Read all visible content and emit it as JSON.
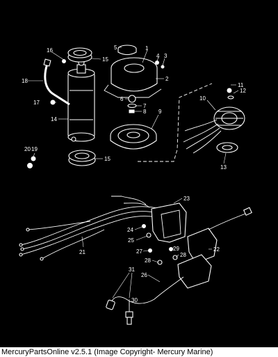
{
  "footer_text": "MercuryPartsOnline v2.5.1 (Image Copyright- Mercury Marine)",
  "callouts": [
    {
      "id": "c1",
      "text": "1"
    },
    {
      "id": "c2",
      "text": "2"
    },
    {
      "id": "c3",
      "text": "3"
    },
    {
      "id": "c4",
      "text": "4"
    },
    {
      "id": "c5",
      "text": "5"
    },
    {
      "id": "c6",
      "text": "6"
    },
    {
      "id": "c7",
      "text": "7"
    },
    {
      "id": "c8",
      "text": "8"
    },
    {
      "id": "c9",
      "text": "9"
    },
    {
      "id": "c10",
      "text": "10"
    },
    {
      "id": "c11",
      "text": "11"
    },
    {
      "id": "c12",
      "text": "12"
    },
    {
      "id": "c13",
      "text": "13"
    },
    {
      "id": "c14",
      "text": "14"
    },
    {
      "id": "c15a",
      "text": "15"
    },
    {
      "id": "c15b",
      "text": "15"
    },
    {
      "id": "c16",
      "text": "16"
    },
    {
      "id": "c17",
      "text": "17"
    },
    {
      "id": "c18",
      "text": "18"
    },
    {
      "id": "c19",
      "text": "19"
    },
    {
      "id": "c20",
      "text": "20"
    },
    {
      "id": "c21",
      "text": "21"
    },
    {
      "id": "c22",
      "text": "22"
    },
    {
      "id": "c23",
      "text": "23"
    },
    {
      "id": "c24",
      "text": "24"
    },
    {
      "id": "c25",
      "text": "25"
    },
    {
      "id": "c26",
      "text": "26"
    },
    {
      "id": "c27",
      "text": "27"
    },
    {
      "id": "c28a",
      "text": "28"
    },
    {
      "id": "c28b",
      "text": "28"
    },
    {
      "id": "c29",
      "text": "29"
    },
    {
      "id": "c30",
      "text": "30"
    },
    {
      "id": "c31",
      "text": "31"
    }
  ]
}
